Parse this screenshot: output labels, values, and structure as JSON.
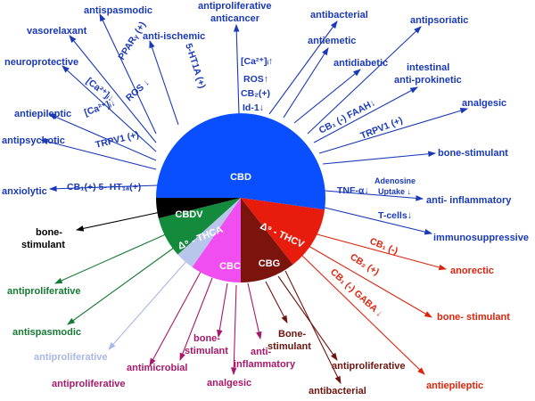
{
  "colors": {
    "cbd": "#0a4fff",
    "cbdv": "#000000",
    "thca": "#148a3c",
    "thcv": "#e81c0c",
    "cbg": "#7a140c",
    "cbc": "#f04ef0",
    "light": "#b8c6ec",
    "blue_text": "#1a39b8",
    "green_text": "#167a34",
    "red_text": "#dc240c",
    "brown_text": "#6e150e",
    "magenta_text": "#a8186a",
    "lavender_text": "#a9b7e6"
  },
  "segments": {
    "cbd": "CBD",
    "cbdv": "CBDV",
    "thca": "Δ⁹ - THCA",
    "thcv": "Δ⁹ - THCV",
    "cbg": "CBG",
    "cbc": "CBC"
  },
  "effects": {
    "antispasmodic_top": "antispasmodic",
    "vasorelaxant": "vasorelaxant",
    "neuroprotective": "neuroprotective",
    "antiepileptic_left": "antiepileptic",
    "antipsychotic": "antipsychotic",
    "anxiolytic": "anxiolytic",
    "anti_ischemic": "anti-ischemic",
    "antiproliferative_top": "antiproliferative",
    "anticancer": "anticancer",
    "antibacterial_top": "antibacterial",
    "antiemetic": "antiemetic",
    "antidiabetic": "antidiabetic",
    "antipsoriatic": "antipsoriatic",
    "intestinal": "intestinal",
    "anti_prokinetic": "anti-prokinetic",
    "analgesic_right": "analgesic",
    "bone_stimulant_right": "bone-stimulant",
    "anti_inflammatory_right": "anti- inflammatory",
    "immunosuppressive": "immunosuppressive",
    "bone_left_1": "bone-",
    "bone_left_2": "stimulant",
    "antiproliferative_green": "antiproliferative",
    "antispasmodic_green": "antispasmodic",
    "antiproliferative_light": "antiproliferative",
    "antiproliferative_mag": "antiproliferative",
    "antimicrobial": "antimicrobial",
    "bone_mag_1": "bone-",
    "bone_mag_2": "stimulant",
    "analgesic_mag": "analgesic",
    "anti_mag_1": "anti-",
    "anti_mag_2": "inflammatory",
    "bone_brown_1": "Bone-",
    "bone_brown_2": "stimulant",
    "antiproliferative_brown": "antiproliferative",
    "antibacterial_brown": "antibacterial",
    "anorectic": "anorectic",
    "bone_red": "bone- stimulant",
    "antiepileptic_red": "antiepileptic"
  },
  "mechanisms": {
    "ppar": "PPARᵧ (+)",
    "ht1a_top": "5-HT1A (+)",
    "ca_i_up": "[Ca²⁺]ᵢ↑",
    "ros_up": "ROS↑",
    "cb2_plus": "CB₂(+)",
    "id1": "Id-1↓",
    "ca_i_down_1": "[Ca²⁺]ᵢ↓",
    "ros_down": "ROS ↓",
    "ca_i_down_2": "[Ca²⁺]ᵢ↓",
    "trpv1_left": "TRPV1 (+)",
    "cb1_ht1a": "CB₁(+) 5- HT₁ₐ(+)",
    "cb1_faah": "CB₁ (-) FAAH↓",
    "trpv1_right": "TRPV1 (+)",
    "tnf": "TNF-α↓",
    "adenosine_1": "Adenosine",
    "adenosine_2": "Uptake ↓",
    "tcells": "T-cells↓",
    "cb1_minus": "CB₁ (-)",
    "cb2_plus_red": "CB₂ (+)",
    "cb1_gaba": "CB₁ (-)  GABA ↓"
  }
}
